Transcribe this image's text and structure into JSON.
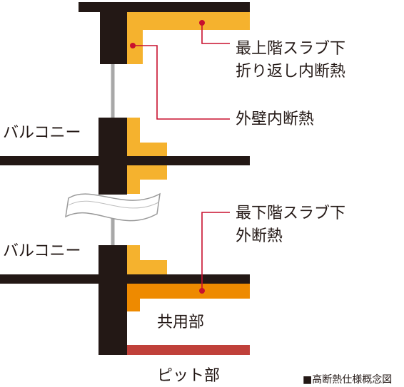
{
  "labels": {
    "top_slab": "最上階スラブ下\n折り返し内断熱",
    "outer_wall": "外壁内断熱",
    "balcony_upper": "バルコニー",
    "bottom_slab": "最下階スラブ下\n外断熱",
    "balcony_lower": "バルコニー",
    "common_area": "共用部",
    "pit": "ピット部",
    "caption": "■高断熱仕様概念図"
  },
  "colors": {
    "concrete": "#231815",
    "interior_insulation": "#F5B22E",
    "exterior_insulation": "#EE8A00",
    "pit_slab": "#C0403A",
    "leader_line": "#C8102E",
    "glazing": "#a8a8a8"
  }
}
